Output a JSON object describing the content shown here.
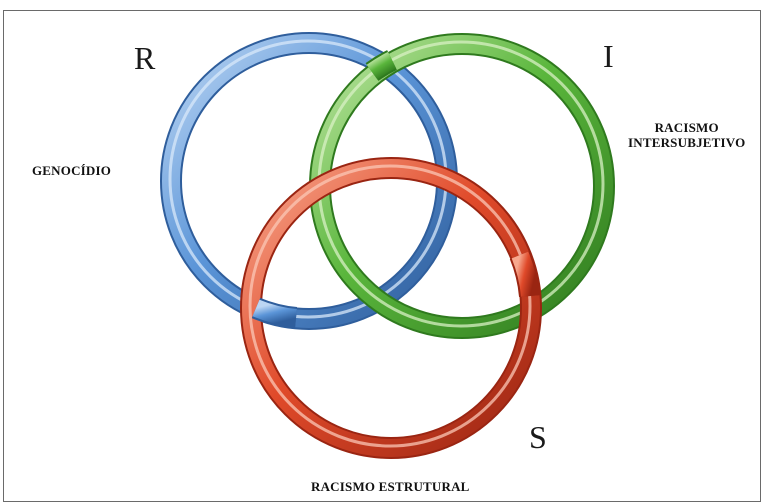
{
  "rings": [
    {
      "id": "R",
      "color": "#5b95d8",
      "highlight": "#bcd6f3",
      "shadow": "#2f5e9c"
    },
    {
      "id": "I",
      "color": "#5ab63c",
      "highlight": "#bfe6a4",
      "shadow": "#2f7a1e"
    },
    {
      "id": "S",
      "color": "#e04a2a",
      "highlight": "#f7a88e",
      "shadow": "#9a2512"
    }
  ],
  "letters": {
    "r": "R",
    "i": "I",
    "s": "S"
  },
  "labels": {
    "genocidio": "GENOCÍDIO",
    "racismo_intersubjetivo_line1": "RACISMO",
    "racismo_intersubjetivo_line2": "INTERSUBJETIVO",
    "racismo_estrutural": "RACISMO ESTRUTURAL"
  }
}
